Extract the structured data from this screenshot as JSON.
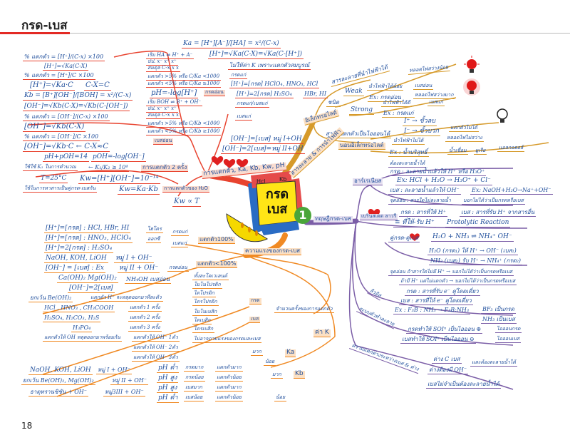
{
  "header": {
    "title": "กรด-เบส",
    "page_number": "18"
  },
  "center": {
    "title_line1": "กรด",
    "title_line2": "เบส",
    "chapter_number": "1",
    "tab_top_left": "Hcl",
    "tab_top_right": "Kb"
  },
  "colors": {
    "red": "#e8432f",
    "orange": "#f08a24",
    "gold": "#d69a2a",
    "purple": "#7b5ea7",
    "text": "#1f4e9c"
  },
  "branches": {
    "red": {
      "title": "การแตกตัว, Ka, Kb, Kw, pH",
      "nodes": [
        "% แตกตัว = [H⁺]/(C-x) ×100",
        "% แตกตัว = [H⁺]/C ×100",
        "[H⁺]=√Ka(C-X)",
        "[H⁺]=√Ka·C",
        "C-X=C",
        "Kb = [B⁺][OH⁻]/[BOH] = x²/(C-x)",
        "[OH⁻]=√Kb(C-X)=√Kb(C-[OH⁻])",
        "% แตกตัว = [OH⁻]/(C-x) ×100",
        "[OH⁻]=√Kb(C-X)",
        "% แตกตัว = [OH⁻]/C ×100",
        "[OH⁻]=√Kb·C ← C-X≈C",
        "pH+pOH=14",
        "pOH=-log[OH⁻]",
        "ใช้ใช้ K₁ ในการคำนวณ",
        "← K₁/K₂ ≥ 10⁴",
        "การแตกตัว 2 ครั้ง",
        "T=25°C",
        "Kw=[H⁺][OH⁻]=10⁻¹⁴",
        "ใช้ในการหาสารเป็นคู่กรด-เบสกัน",
        "Kw=Ka·Kb",
        "การแตกตัวของ H₂O",
        "Kw ∝ T",
        "เริ่ม  HA ⇌ H⁺ + A⁻",
        "ปป.   x⁻    x⁺   x⁺",
        "สมดุล C-x   x    x",
        "แตกตัว >5% หรือ C/Ka <1000",
        "แตกตัว <5% หรือ C/Ka ≥1000",
        "pH=-log[H⁺]",
        "เริ่ม  BOH ⇌ B⁺ + OH⁻",
        "ปป.   x⁻    x⁺   x⁺",
        "สมดุล C-x   x    x",
        "แตกตัว >5% หรือ C/Kb <1000",
        "แตกตัว <5% หรือ C/Kb ≥1000",
        "กรดอ่อน",
        "เบสอ่อน",
        "Ka = [H⁺][A⁻]/[HA] = x²/(C-x)",
        "[H⁺]=√Ka(C-X)=√Ka(C-[H⁺])",
        "ไม่ให้ค่า K เพราะแตกตัวสมบูรณ์",
        "กรดแก่",
        "[H⁺]=[กรด] HClO₄, HNO₃, HCl",
        "[H⁺]=2[กรด] H₂SO₄",
        "HBr, HI",
        "กรดแก่/เบสแก่",
        "เบสแก่",
        "[OH⁻]=[เบส] หมู่ I+OH",
        "[OH⁻]=2[เบส]=หมู่ II+OH"
      ]
    },
    "orange": {
      "title": "ความแรงของกรด-เบส",
      "nodes": [
        "[H⁺]=[กรด] : HCl, HBr, HI",
        "[H⁺]=[กรด] : HNO₃, HClO₄",
        "[H⁺]=2[กรด] : H₂SO₄",
        "ไฮโดร",
        "ออกซี",
        "กรดแก่",
        "เบสแก่",
        "แตกตัว100%",
        "NaOH, KOH, LiOH",
        "หมู่ I + OH⁻",
        "[OH⁻] = [เบส] : Ex",
        "หมู่ II + OH⁻",
        "กรดอ่อน",
        "แตกตัว<100%",
        "Ca(OH)₂  Mg(OH)₂",
        "ยกเว้น Be(OH)₂",
        "[OH⁻]=2[เบส]",
        "NH₄OH  เบสอ่อน",
        "แตกตัว H⁺ จะหลุดออกมาทีละตัว",
        "HCl , HNO₃ , CH₃COOH",
        "H₂SO₄, H₂CO₃, H₂S",
        "H₃PO₄",
        "แตกตัว 1 ครั้ง",
        "แตกตัว 2 ครั้ง",
        "แตกตัว 3 ครั้ง",
        "แตกตัวให้ OH หลุดออกมาพร้อมกัน",
        "แตกตัวให้ OH⁻ 1ตัว",
        "แตกตัวให้ OH⁻ 2ตัว",
        "แตกตัวให้ OH⁻ 3ตัว",
        "ทั้งละโคเวเลนต์",
        "โมโนโปรติก",
        "ไดโปรติก",
        "ไตรโปรติก",
        "โมโนเบสิก",
        "ไดเบสิก",
        "ไตรเบสิก",
        "ไม่อาจถามแรงของกรดและเบส",
        "กรด",
        "เบส",
        "จำนวนครั้งของการแตกตัว",
        "ค่า K",
        "Ka",
        "Kb",
        "มาก",
        "น้อย",
        "มาก",
        "น้อย",
        "แตกตัวมาก",
        "แตกตัวน้อย",
        "แตกตัวมาก",
        "แตกตัวน้อย",
        "กรดมาก",
        "กรดน้อย",
        "เบสมาก",
        "เบสน้อย",
        "pH ต่ำ",
        "pH สูง",
        "pH สูง",
        "pH ต่ำ",
        "NaOH, KOH, LiOH",
        "ยกเว้น Be(OH)₂, Mg(OH)₂",
        "ธาตุทรานซิชัน + OH⁻",
        "หมู่ I + OH⁻",
        "หมู่ II + OH⁻",
        "หมู่3III + OH⁻"
      ]
    },
    "gold": {
      "title": "สารละลาย & การนำไฟฟ้า",
      "nodes": [
        "สารละลายที่นำไฟฟ้าได้",
        "Weak",
        "นำไฟฟ้าได้น้อย",
        "หลอดไฟสว่างน้อย",
        "Ex: กรดอ่อน",
        "เบสอ่อน",
        "หลอดไฟสว่างมาก",
        "ชนิด",
        "Strong",
        "นำไฟฟ้าได้ดี",
        "Ex : กรดแก่",
        "เบสแก่",
        "อิเล็กทรอไลต์",
        "สารที่แตกตัวเป็นไอออนได้",
        "I⁺ →  ขั้วลบ",
        "I⁻ →  ขั้วบวก",
        "นอนอิเล็กทรอไลต์",
        "แตกตัวไม่ได้",
        "นำไฟฟ้าไม่ได้",
        "หลอดไฟไม่สว่าง",
        "Ex :  น้ำบริสุทธิ์",
        "น้ำเชื่อม",
        "ยูเรีย",
        "แอลกอฮอล์"
      ]
    },
    "purple": {
      "title": "ทฤษฎีกรด-เบส",
      "nodes": [
        "อาร์เรเนียส",
        "ต้องละลายน้ำได้",
        "กรด : ละลายน้ำแล้วให้ H⁺ หรือ H₃O⁺",
        "Ex: HCl + H₂O → H₃O⁺ + Cl⁻",
        "เบส : ละลายน้ำแล้วให้ OH⁻",
        "Ex: NaOH+H₂O→Na⁺+OH⁻",
        "จุดอ่อน : สารใดไม่ละลายน้ำ",
        "บอกไม่ได้ว่าเป็นกรดหรือเบส",
        "เบรินสเตด ลาวรี",
        "กรด : สารที่ให้ H⁺",
        "เบส : สารที่รับ H⁺ จากสารอื่น",
        "≡ ที่ให้-รับ H⁺",
        "Protolytic Reaction",
        "คู่กรด-คู่เบส",
        "H₂O + NH₃  ⇌  NH₄⁺  OH⁻",
        "H₂O (กรด₁) ให้ H⁺ → OH⁻ (เบส₁)",
        "NH₃ (เบส₂) รับ H⁺ → NH₄⁺ (กรด₂)",
        "จุดอ่อน ถ้าสารใดไม่มี H⁺ → บอกไม่ได้ว่าเป็นกรดหรือเบส",
        "ถ้ามี H⁺ แต่ไม่แตกตัว → บอกไม่ได้ว่าเป็นกรดหรือเบส",
        "ลิวอิส",
        "กรด : สารที่รับ e⁻ คู่โดดเดี่ยว",
        "เบส : สารที่ให้ e⁻ คู่โดดเดี่ยว",
        "Ex : F₃B : NH₃ → F₃B:NH₃",
        "BF₃ เป็นกรด",
        "NH₃ เป็นเบส",
        "ระบบตัวทำละลาย",
        "กรดทำให้ SOIⁿ เป็นไอออน ⊕",
        "เบสทำให้ SOIⁿ เป็นไอออน ⊖",
        "ไอออนกรด",
        "ไอออนเบส",
        "ความแตกต่างระหว่างเบส & ด่าง",
        "ด่าง C เบส",
        "ด่างต้องมี OH⁻",
        "และต้องละลายน้ำได้",
        "เบสไม่จำเป็นต้องละลายน้ำได้"
      ]
    }
  }
}
